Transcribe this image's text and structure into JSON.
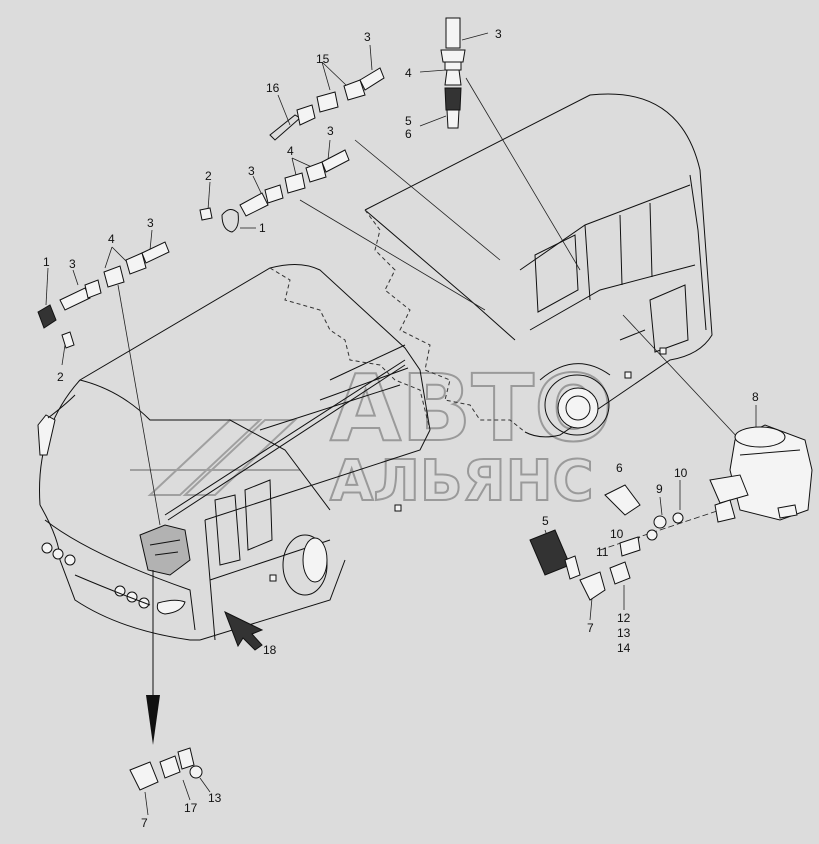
{
  "diagram": {
    "watermark": {
      "line1": "АВТО",
      "line2": "АЛЬЯНС"
    },
    "callouts": [
      {
        "id": "c-3-top",
        "text": "3"
      },
      {
        "id": "c-4-top",
        "text": "4"
      },
      {
        "id": "c-5-top",
        "text": "5"
      },
      {
        "id": "c-6-top",
        "text": "6"
      },
      {
        "id": "c-15",
        "text": "15"
      },
      {
        "id": "c-3-b",
        "text": "3"
      },
      {
        "id": "c-16",
        "text": "16"
      },
      {
        "id": "c-3-c",
        "text": "3"
      },
      {
        "id": "c-2-a",
        "text": "2"
      },
      {
        "id": "c-3-d",
        "text": "3"
      },
      {
        "id": "c-4-b",
        "text": "4"
      },
      {
        "id": "c-1-a",
        "text": "1"
      },
      {
        "id": "c-4-c",
        "text": "4"
      },
      {
        "id": "c-3-e",
        "text": "3"
      },
      {
        "id": "c-1-b",
        "text": "1"
      },
      {
        "id": "c-3-f",
        "text": "3"
      },
      {
        "id": "c-2-b",
        "text": "2"
      },
      {
        "id": "c-8",
        "text": "8"
      },
      {
        "id": "c-6-b",
        "text": "6"
      },
      {
        "id": "c-10-a",
        "text": "10"
      },
      {
        "id": "c-9",
        "text": "9"
      },
      {
        "id": "c-5-b",
        "text": "5"
      },
      {
        "id": "c-10-b",
        "text": "10"
      },
      {
        "id": "c-11",
        "text": "11"
      },
      {
        "id": "c-7-a",
        "text": "7"
      },
      {
        "id": "c-12",
        "text": "12"
      },
      {
        "id": "c-13-a",
        "text": "13"
      },
      {
        "id": "c-14",
        "text": "14"
      },
      {
        "id": "c-18",
        "text": "18"
      },
      {
        "id": "c-17",
        "text": "17"
      },
      {
        "id": "c-13-b",
        "text": "13"
      },
      {
        "id": "c-7-b",
        "text": "7"
      }
    ]
  }
}
